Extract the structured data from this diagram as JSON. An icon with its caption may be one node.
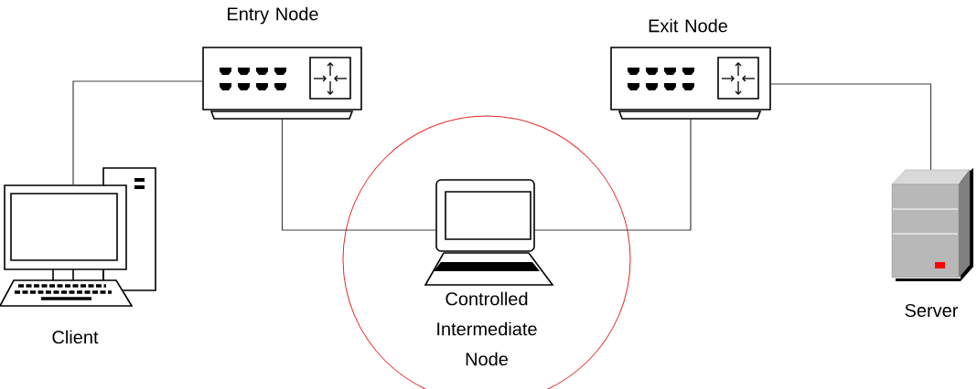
{
  "diagram": {
    "nodes": [
      {
        "text": [
          "Client"
        ]
      },
      {
        "text": [
          "Entry Node"
        ]
      },
      {
        "text": [
          "Controlled Intermediate Node"
        ]
      },
      {
        "text": [],
        "shape": "picture",
        "in": 2
      },
      {
        "text": [
          "Exit Node"
        ]
      },
      {
        "text": [
          "Server"
        ]
      }
    ],
    "edges": [
      {
        "from": 0,
        "to": 1,
        "arrow": "none"
      },
      {
        "from": 1,
        "to": 3,
        "arrow": "none"
      },
      {
        "from": 3,
        "to": 4,
        "arrow": "none"
      },
      {
        "from": 4,
        "to": 5,
        "arrow": "none"
      }
    ]
  }
}
